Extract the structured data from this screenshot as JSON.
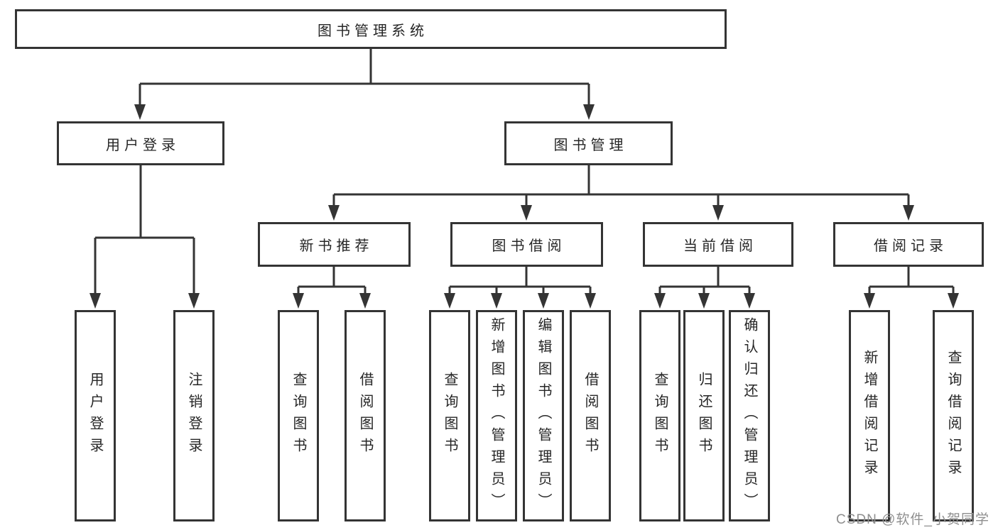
{
  "colors": {
    "line": "#343434",
    "text": "#262626",
    "background": "#ffffff",
    "watermark": "#8f8f8f"
  },
  "watermark": "CSDN @软件_小贺同学",
  "tree": {
    "label": "图书管理系统",
    "children": [
      {
        "label": "用户登录",
        "children": [
          {
            "label": "用户登录"
          },
          {
            "label": "注销登录"
          }
        ]
      },
      {
        "label": "图书管理",
        "children": [
          {
            "label": "新书推荐",
            "children": [
              {
                "label": "查询图书"
              },
              {
                "label": "借阅图书"
              }
            ]
          },
          {
            "label": "图书借阅",
            "children": [
              {
                "label": "查询图书"
              },
              {
                "label": "新增图书（管理员）"
              },
              {
                "label": "编辑图书（管理员）"
              },
              {
                "label": "借阅图书"
              }
            ]
          },
          {
            "label": "当前借阅",
            "children": [
              {
                "label": "查询图书"
              },
              {
                "label": "归还图书"
              },
              {
                "label": "确认归还（管理员）"
              }
            ]
          },
          {
            "label": "借阅记录",
            "children": [
              {
                "label": "新增借阅记录"
              },
              {
                "label": "查询借阅记录"
              }
            ]
          }
        ]
      }
    ]
  }
}
